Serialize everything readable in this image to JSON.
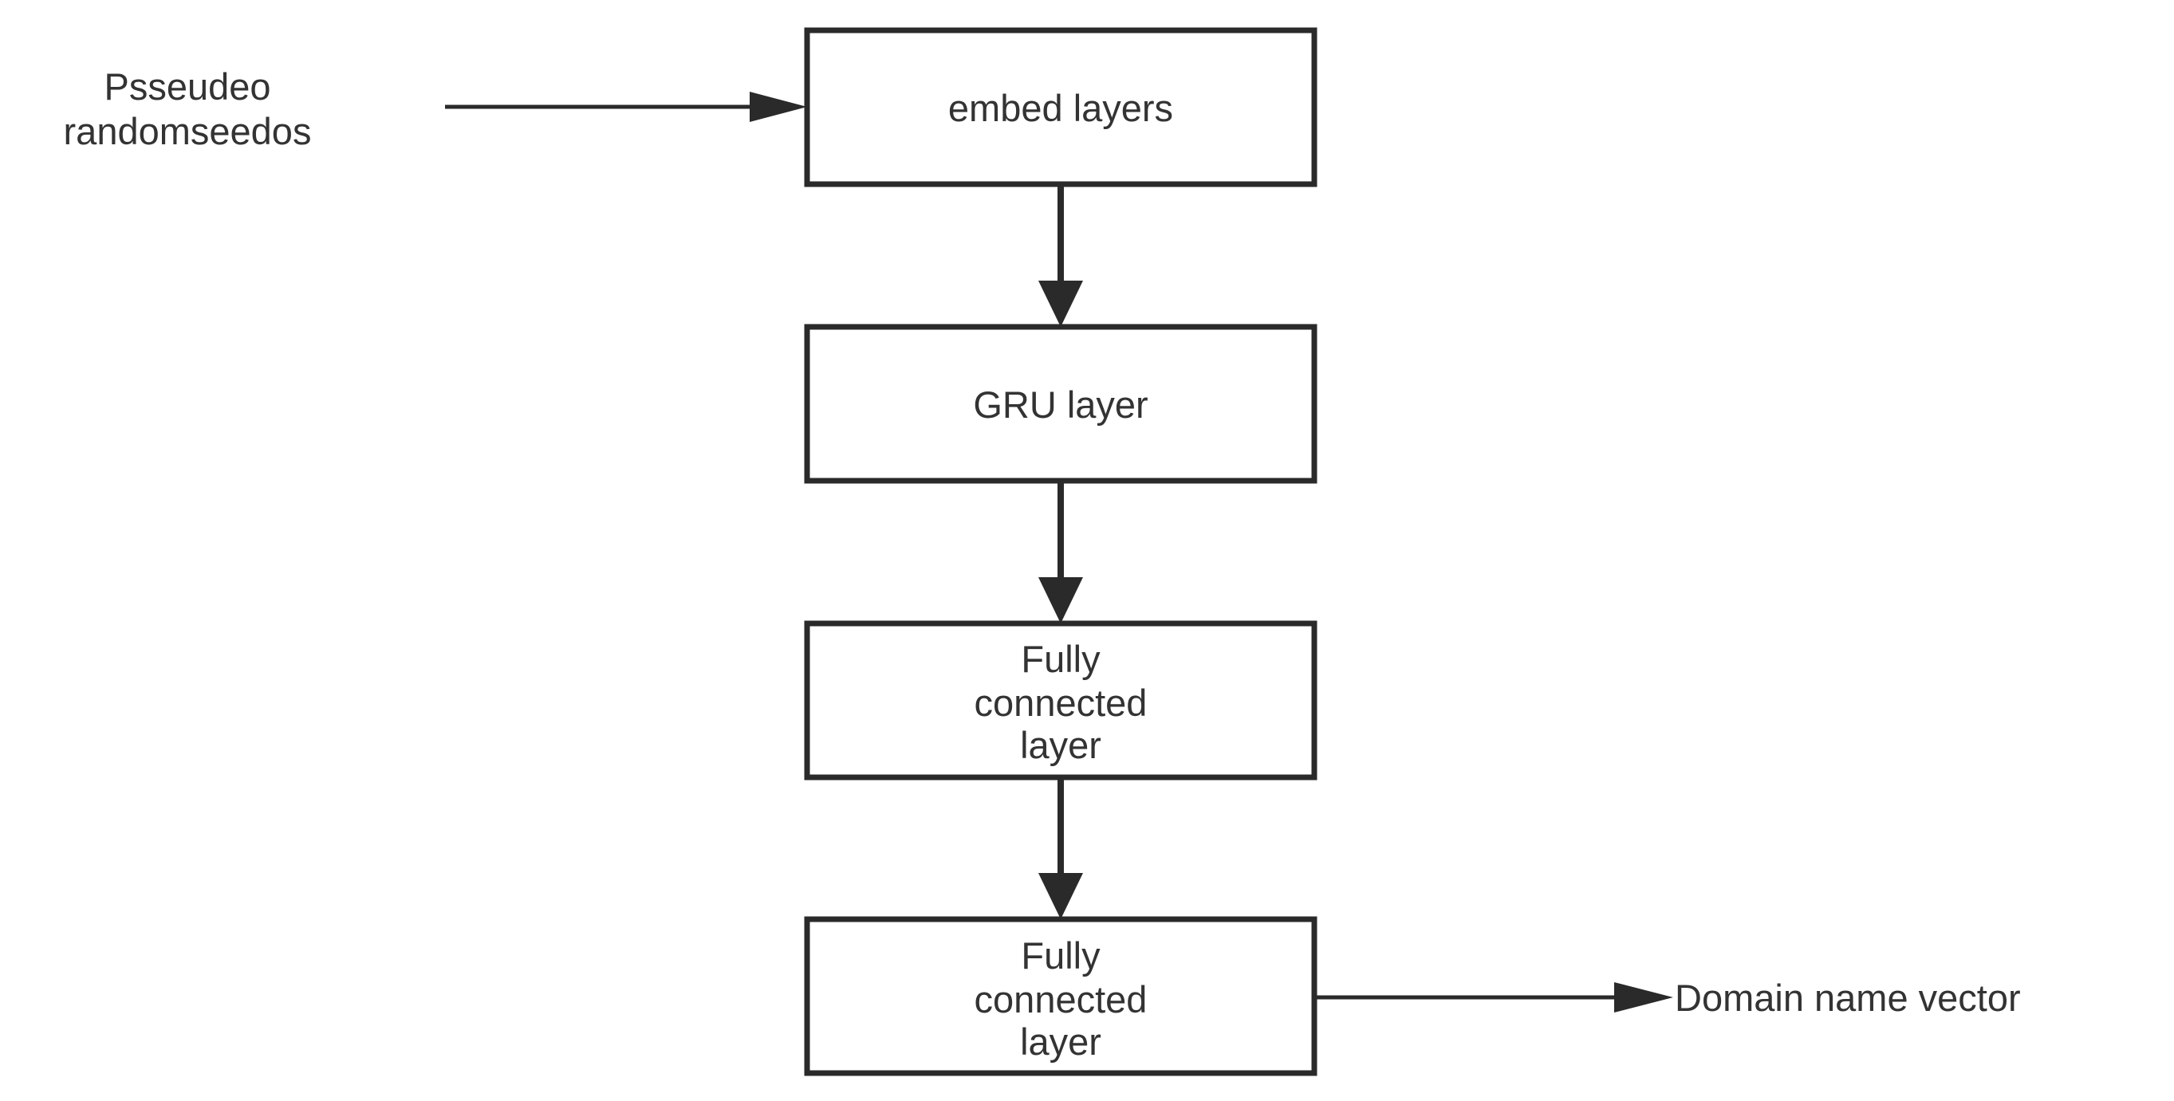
{
  "input_label": [
    "Psseudeo",
    "randomseedos"
  ],
  "output_label": "Domain name vector",
  "nodes": [
    {
      "id": "embed",
      "lines": [
        "embed layers"
      ]
    },
    {
      "id": "gru",
      "lines": [
        "GRU layer"
      ]
    },
    {
      "id": "fc1",
      "lines": [
        "Fully",
        "connected",
        "layer"
      ]
    },
    {
      "id": "fc2",
      "lines": [
        "Fully",
        "connected",
        "layer"
      ]
    }
  ],
  "edges": [
    {
      "from": "input",
      "to": "embed"
    },
    {
      "from": "embed",
      "to": "gru"
    },
    {
      "from": "gru",
      "to": "fc1"
    },
    {
      "from": "fc1",
      "to": "fc2"
    },
    {
      "from": "fc2",
      "to": "output"
    }
  ],
  "colors": {
    "stroke": "#2a2a2a",
    "text": "#333333",
    "background": "#ffffff"
  }
}
